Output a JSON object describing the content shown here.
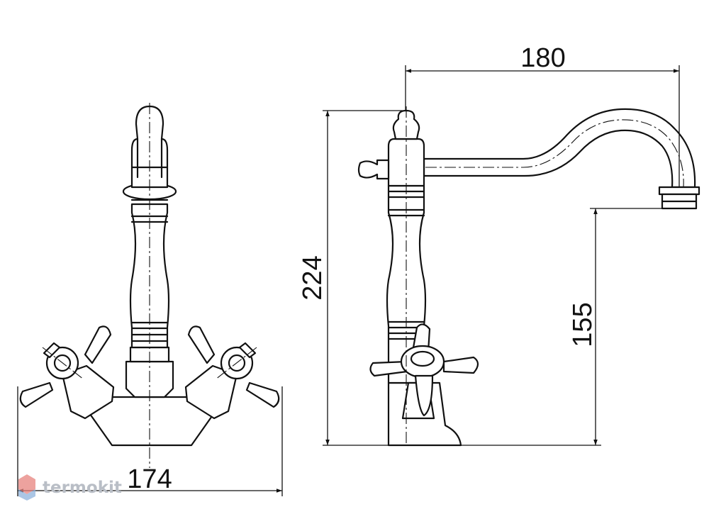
{
  "dimensions": {
    "front_width": "174",
    "side_reach": "180",
    "side_height": "224",
    "spout_height": "155"
  },
  "watermark": {
    "text": "termokit"
  },
  "colors": {
    "line": "#111111",
    "background": "#ffffff",
    "watermark_gray": "#b9bec6",
    "watermark_logo_red": "#e8837e",
    "watermark_logo_blue": "#8fb3dd"
  }
}
